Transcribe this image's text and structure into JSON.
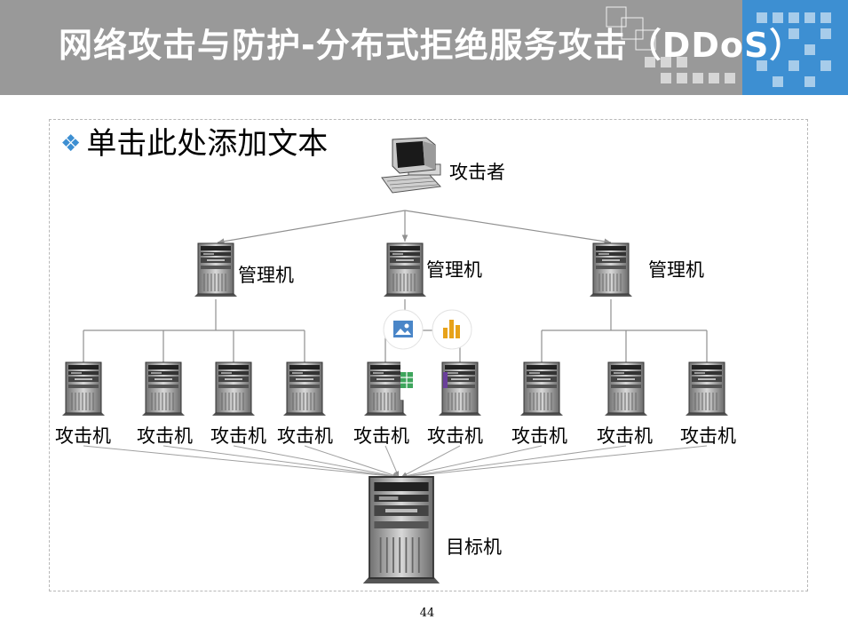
{
  "slide": {
    "title": "网络攻击与防护-分布式拒绝服务攻击（DDoS）",
    "placeholder_text": "单击此处添加文本",
    "page_number": "44"
  },
  "diagram": {
    "attacker_label": "攻击者",
    "handler_labels": [
      "管理机",
      "管理机",
      "管理机"
    ],
    "zombie_labels": [
      "攻击机",
      "攻击机",
      "攻击机",
      "攻击机",
      "攻击机",
      "攻击机",
      "攻击机",
      "攻击机",
      "攻击机"
    ],
    "target_label": "目标机"
  },
  "colors": {
    "header_bg": "#999999",
    "header_accent": "#3d8fd2",
    "bullet": "#3d8fd2"
  },
  "icons": [
    "picture-icon",
    "chart-icon",
    "table-icon",
    "media-icon"
  ]
}
